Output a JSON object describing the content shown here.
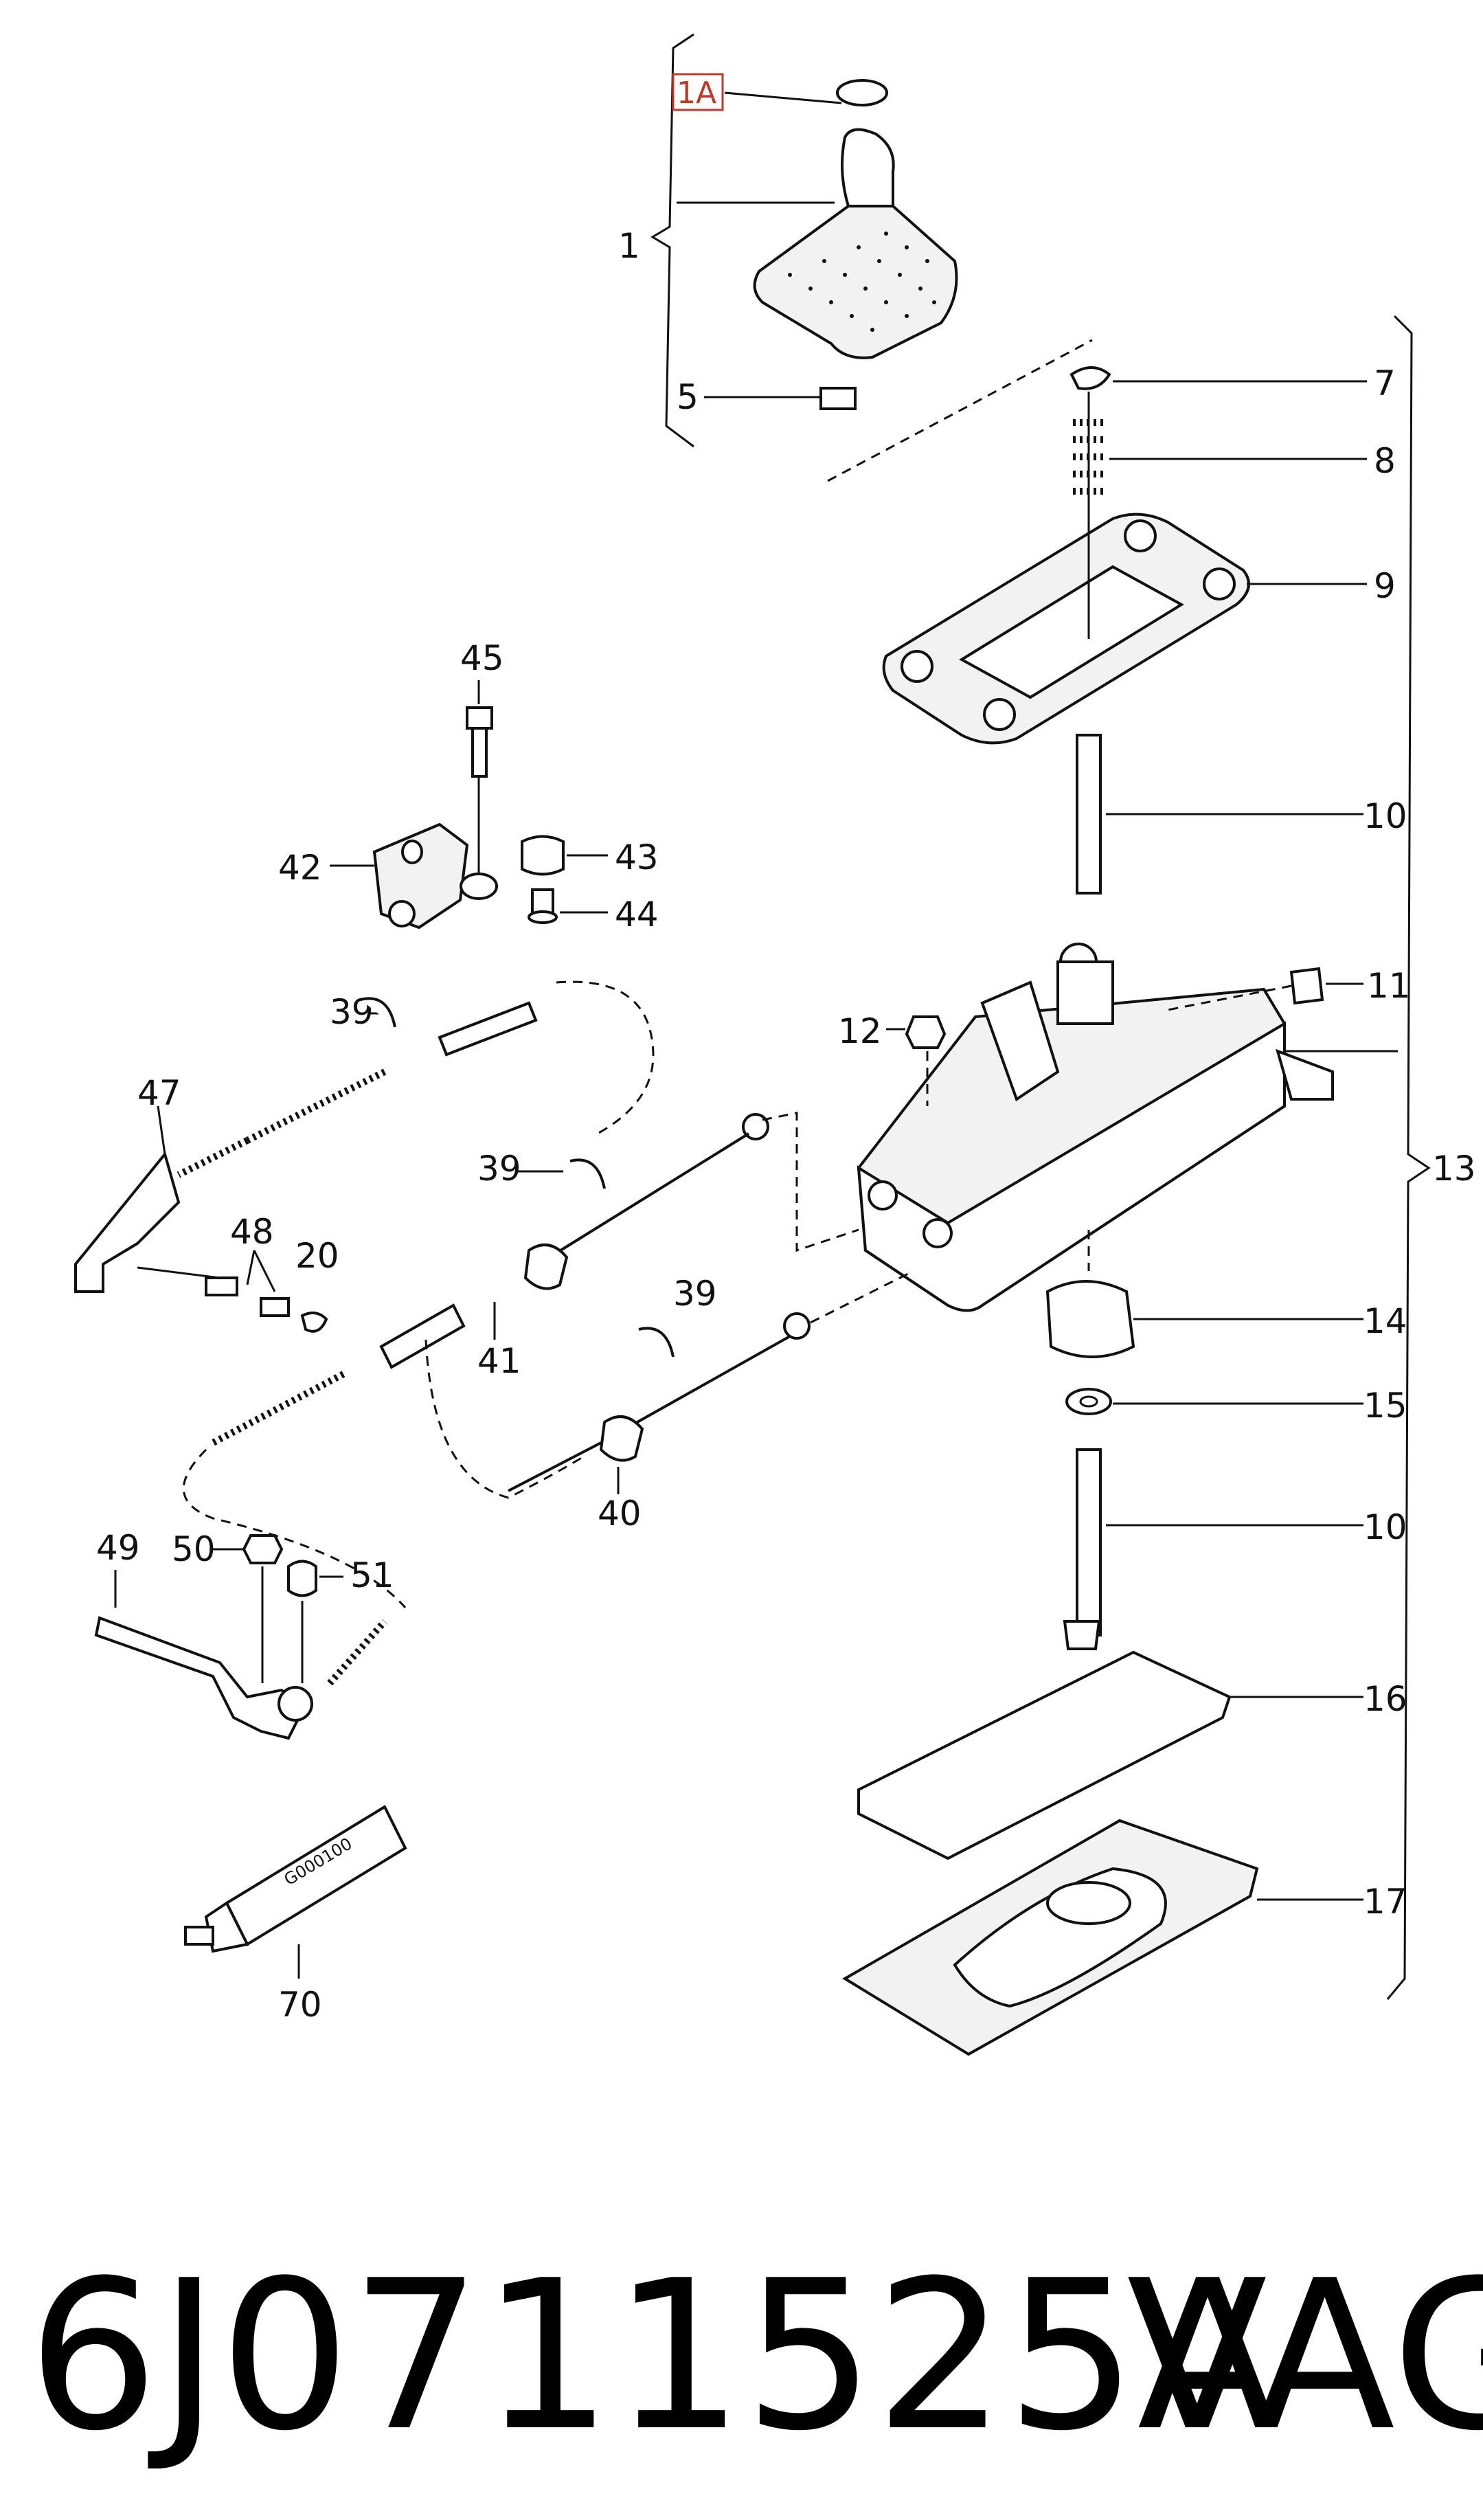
{
  "labels": {
    "p1A": "1A",
    "p1": "1",
    "p5": "5",
    "p7": "7",
    "p8": "8",
    "p9": "9",
    "p10a": "10",
    "p10b": "10",
    "p11": "11",
    "p12": "12",
    "p13": "13",
    "p14": "14",
    "p15": "15",
    "p16": "16",
    "p17": "17",
    "p20": "20",
    "p39a": "39",
    "p39b": "39",
    "p39c": "39",
    "p40": "40",
    "p41": "41",
    "p42": "42",
    "p43": "43",
    "p44": "44",
    "p45": "45",
    "p47": "47",
    "p48": "48",
    "p49": "49",
    "p50": "50",
    "p51": "51",
    "p70": "70"
  },
  "tube_text": "G000100",
  "footer": {
    "part_number": "6J0711525A",
    "brand": "VAG"
  },
  "colors": {
    "highlight_box": "#c0392b",
    "ink": "#111111"
  }
}
